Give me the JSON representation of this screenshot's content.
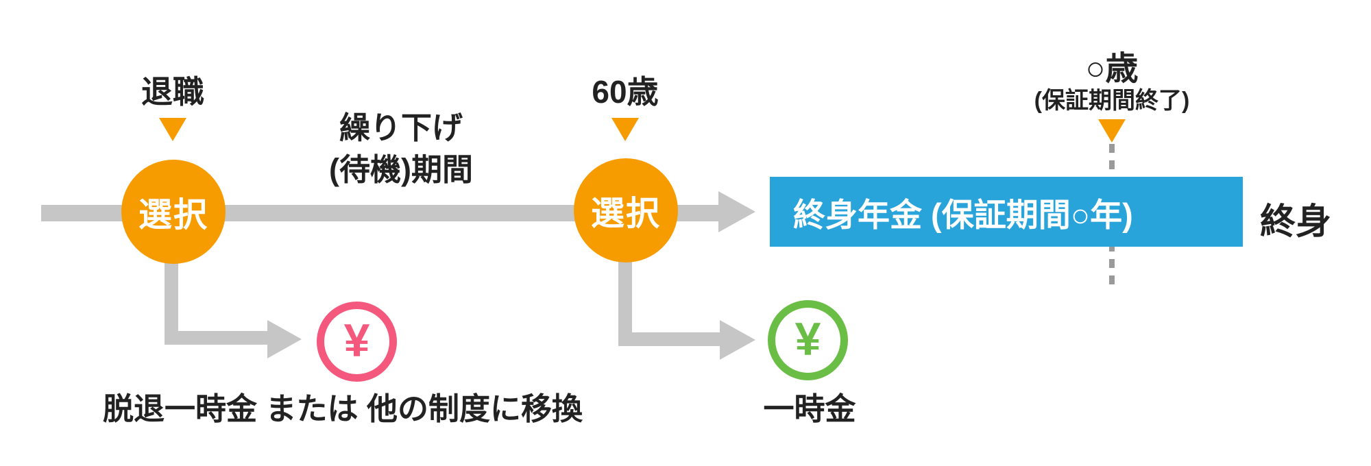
{
  "timeline": {
    "events": [
      {
        "label": "退職",
        "node_label": "選択"
      },
      {
        "label": "60歳",
        "node_label": "選択"
      },
      {
        "label": "○歳",
        "sublabel": "(保証期間終了)"
      }
    ],
    "deferral_period": {
      "line1": "繰り下げ",
      "line2": "(待機)期間"
    },
    "pension_box_label": "終身年金 (保証期間○年)",
    "lifetime_label": "終身"
  },
  "branches": [
    {
      "icon": "yen-circle-pink",
      "yen": "¥",
      "label": "脱退一時金 または 他の制度に移換"
    },
    {
      "icon": "yen-circle-green",
      "yen": "¥",
      "label": "一時金"
    }
  ],
  "colors": {
    "orange": "#F79C00",
    "arrow_gray": "#C6C6C6",
    "dash_gray": "#9A9A9A",
    "blue": "#29A4DB",
    "pink": "#F4587C",
    "green": "#6ABD45",
    "text": "#222222"
  }
}
